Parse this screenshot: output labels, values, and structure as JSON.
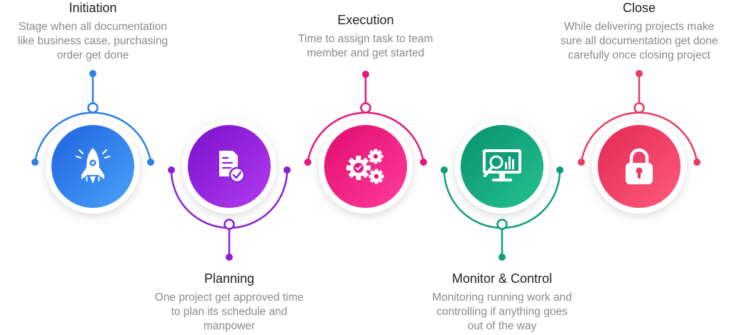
{
  "stages": [
    {
      "title": "Initiation",
      "desc": [
        "Stage when all documentation",
        "like business case, purchasing",
        "order get done"
      ],
      "color": "#2b7fe6",
      "gradient": [
        "#1f63e0",
        "#4aa2f8"
      ],
      "icon": "rocket-icon"
    },
    {
      "title": "Planning",
      "desc": [
        "One project get approved time",
        "to plan its schedule and",
        "manpower"
      ],
      "color": "#8a1fd4",
      "gradient": [
        "#7a10cc",
        "#b23cf0"
      ],
      "icon": "document-check-icon"
    },
    {
      "title": "Execution",
      "desc": [
        "Time to assign task to team",
        "member and get started"
      ],
      "color": "#e5167d",
      "gradient": [
        "#e00d6f",
        "#ff3c9a"
      ],
      "icon": "gears-icon"
    },
    {
      "title": "Monitor & Control",
      "desc": [
        "Monitoring running work and",
        "controlling if anything goes",
        "out of the way"
      ],
      "color": "#0f9e79",
      "gradient": [
        "#08916f",
        "#26c290"
      ],
      "icon": "monitor-chart-icon"
    },
    {
      "title": "Close",
      "desc": [
        "While delivering projects make",
        "sure all documentation get done",
        "carefully once closing project"
      ],
      "color": "#e93a62",
      "gradient": [
        "#e32a55",
        "#ff5a7c"
      ],
      "icon": "padlock-icon"
    }
  ]
}
